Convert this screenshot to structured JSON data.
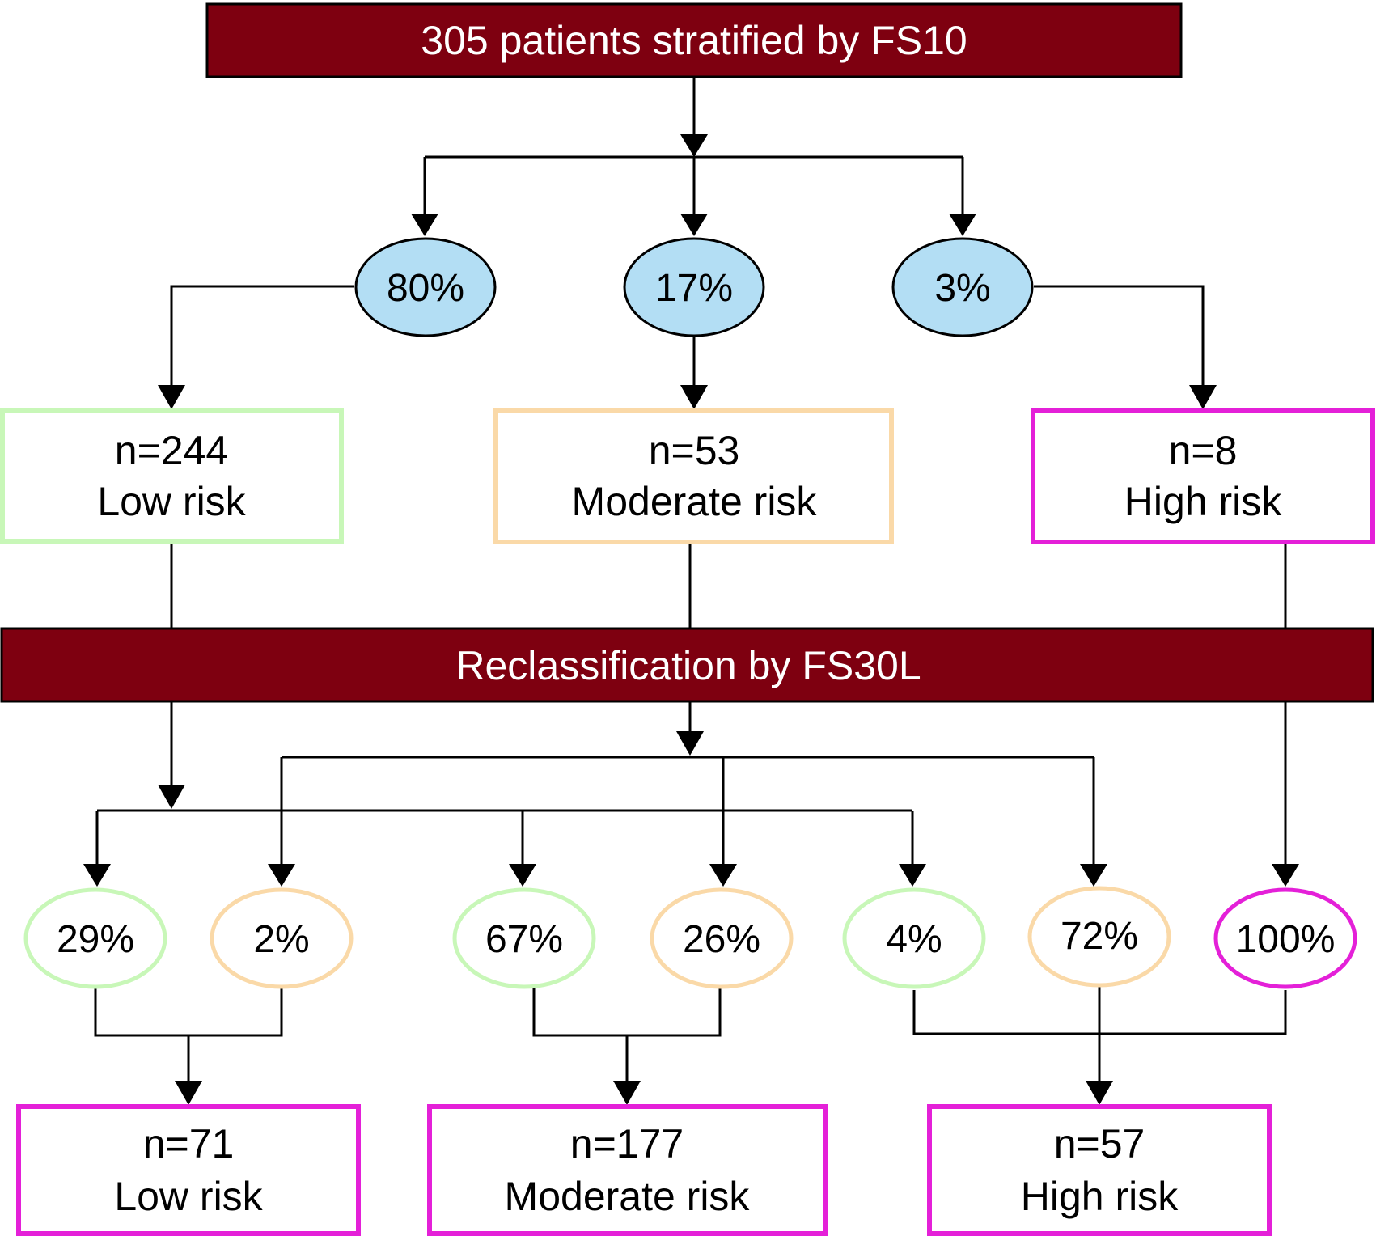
{
  "colors": {
    "band": "#7e0010",
    "ellipse_blue": "#b3def4",
    "low": "#c8f7b8",
    "moderate": "#fad9a8",
    "high": "#e420d8"
  },
  "top_band": {
    "label": "305 patients stratified by FS10"
  },
  "stage1": {
    "ellipses": [
      {
        "label": "80%"
      },
      {
        "label": "17%"
      },
      {
        "label": "3%"
      }
    ],
    "boxes": [
      {
        "count": "n=244",
        "risk": "Low risk"
      },
      {
        "count": "n=53",
        "risk": "Moderate risk"
      },
      {
        "count": "n=8",
        "risk": "High risk"
      }
    ]
  },
  "middle_band": {
    "label": "Reclassification by FS30L"
  },
  "stage2": {
    "ellipses": [
      {
        "label": "29%"
      },
      {
        "label": "2%"
      },
      {
        "label": "67%"
      },
      {
        "label": "26%"
      },
      {
        "label": "4%"
      },
      {
        "label": "72%"
      },
      {
        "label": "100%"
      }
    ],
    "boxes": [
      {
        "count": "n=71",
        "risk": "Low risk"
      },
      {
        "count": "n=177",
        "risk": "Moderate risk"
      },
      {
        "count": "n=57",
        "risk": "High risk"
      }
    ]
  }
}
